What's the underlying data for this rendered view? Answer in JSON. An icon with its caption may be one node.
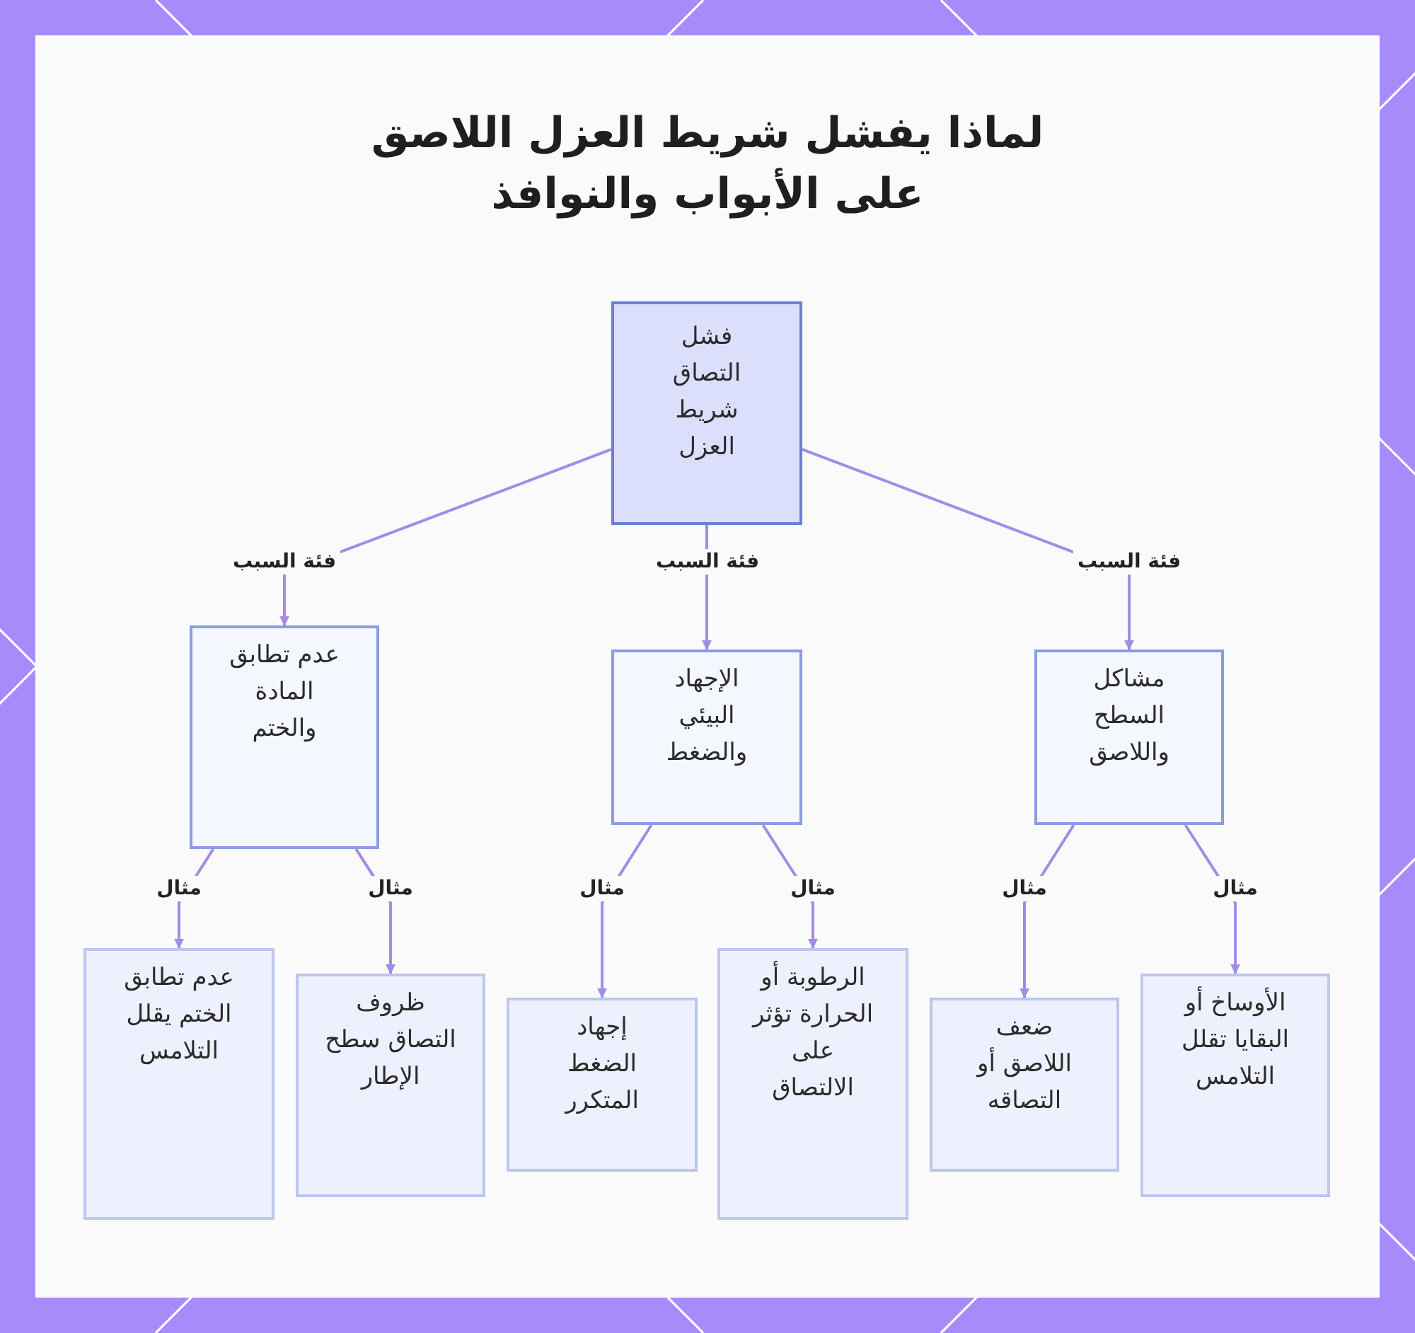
{
  "diagram": {
    "title": "لماذا يفشل شريط العزل اللاصق على الأبواب والنوافذ",
    "nodes": [
      {
        "text": [
          "فشل التصاق شريط العزل"
        ]
      },
      {
        "text": [
          "مشاكل السطح واللاصق"
        ]
      },
      {
        "text": [
          "الإجهاد البيئي والضغط"
        ]
      },
      {
        "text": [
          "عدم تطابق المادة والختم"
        ]
      },
      {
        "text": [
          "الأوساخ أو البقايا تقلل التلامس"
        ]
      },
      {
        "text": [
          "ضعف اللاصق أو التصاقه"
        ]
      },
      {
        "text": [
          "الرطوبة أو الحرارة تؤثر على الالتصاق"
        ]
      },
      {
        "text": [
          "إجهاد الضغط المتكرر"
        ]
      },
      {
        "text": [
          "ظروف التصاق سطح الإطار"
        ]
      },
      {
        "text": [
          "عدم تطابق الختم يقلل التلامس"
        ]
      }
    ],
    "edges": [
      {
        "from": 0,
        "to": 1,
        "arrow": "to",
        "label": "فئة السبب"
      },
      {
        "from": 0,
        "to": 2,
        "arrow": "to",
        "label": "فئة السبب"
      },
      {
        "from": 0,
        "to": 3,
        "arrow": "to",
        "label": "فئة السبب"
      },
      {
        "from": 1,
        "to": 4,
        "arrow": "to",
        "label": "مثال"
      },
      {
        "from": 1,
        "to": 5,
        "arrow": "to",
        "label": "مثال"
      },
      {
        "from": 2,
        "to": 6,
        "arrow": "to",
        "label": "مثال"
      },
      {
        "from": 2,
        "to": 7,
        "arrow": "to",
        "label": "مثال"
      },
      {
        "from": 3,
        "to": 8,
        "arrow": "to",
        "label": "مثال"
      },
      {
        "from": 3,
        "to": 9,
        "arrow": "to",
        "label": "مثال"
      }
    ]
  }
}
